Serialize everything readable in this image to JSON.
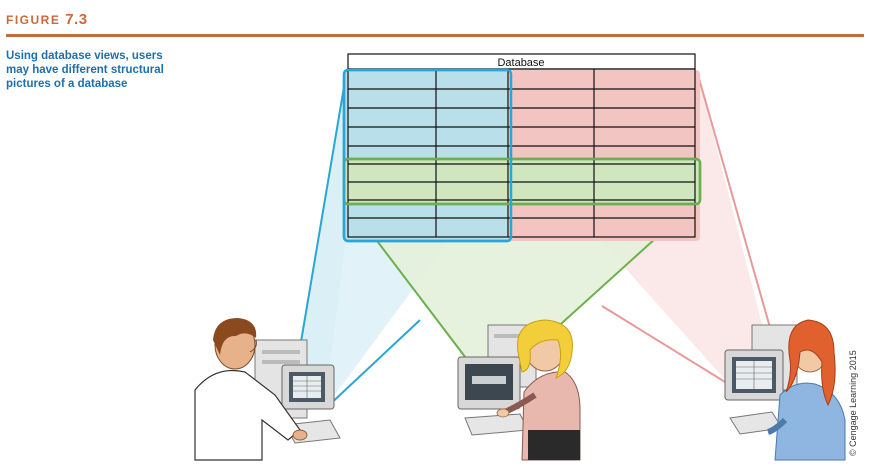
{
  "figure": {
    "label_word": "FIGURE",
    "label_number": "7.3",
    "accent_color": "#c96a3c",
    "caption": "Using database views, users may have different structural pictures of a database",
    "caption_color": "#1f6fae",
    "credit": "© Cengage Learning 2015"
  },
  "diagram": {
    "database_label": "Database",
    "views": [
      {
        "name": "blue-view",
        "fill": "#b9dfea",
        "stroke": "#2aa6d6"
      },
      {
        "name": "green-view",
        "fill": "#cfe6bf",
        "stroke": "#6ab04c"
      },
      {
        "name": "red-view",
        "fill": "#f2c5c2",
        "stroke": "#e79a98"
      }
    ],
    "users": [
      {
        "name": "user-left",
        "icon": "man-at-computer"
      },
      {
        "name": "user-center",
        "icon": "blonde-woman-at-computer"
      },
      {
        "name": "user-right",
        "icon": "redhead-woman-at-computer"
      }
    ]
  }
}
